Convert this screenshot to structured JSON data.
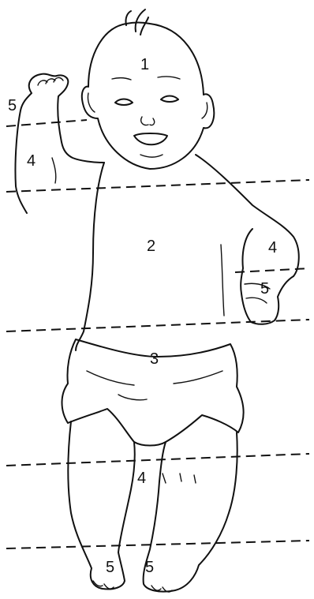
{
  "zones": {
    "head": "1",
    "raised_hand": "5",
    "raised_forearm": "4",
    "trunk": "2",
    "right_forearm": "4",
    "right_hand": "5",
    "diaper_waist": "3",
    "legs": "4",
    "left_foot": "5",
    "right_foot": "5"
  },
  "colors": {
    "ink": "#111111",
    "background": "#ffffff"
  }
}
